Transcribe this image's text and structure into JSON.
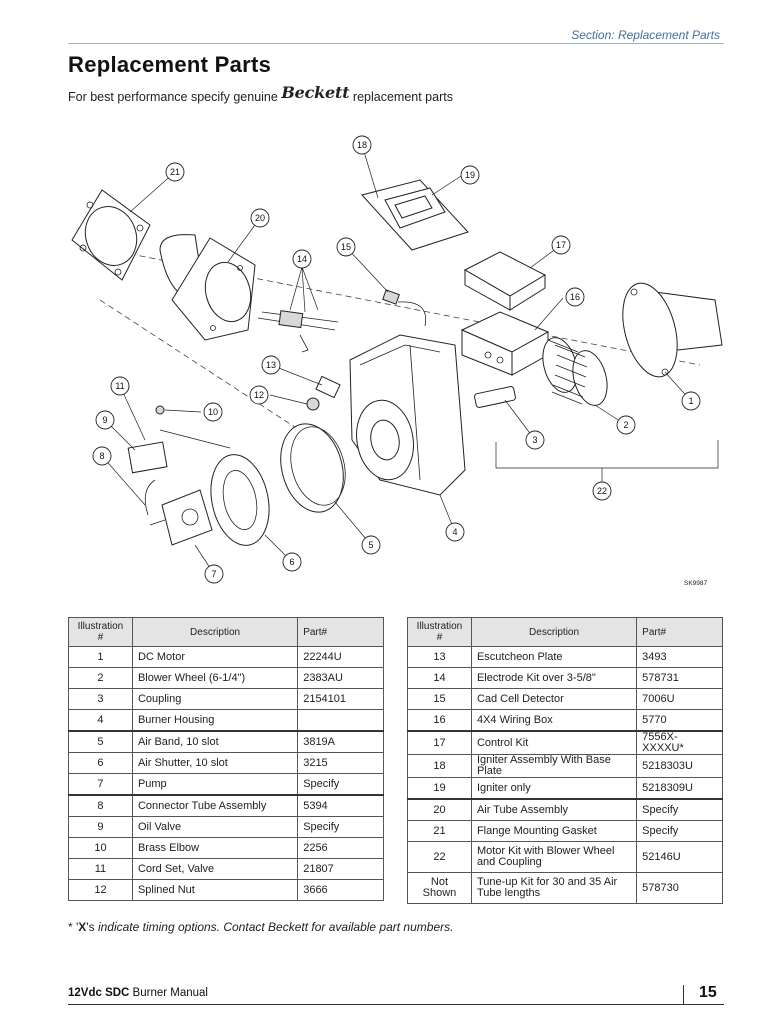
{
  "header": {
    "section_label": "Section: Replacement Parts",
    "title": "Replacement Parts",
    "subtitle_before": "For best performance specify genuine",
    "brand": "Beckett",
    "subtitle_after": "replacement parts"
  },
  "diagram": {
    "sketch_code": "SK9987",
    "callouts": [
      "1",
      "2",
      "3",
      "4",
      "5",
      "6",
      "7",
      "8",
      "9",
      "10",
      "11",
      "12",
      "13",
      "14",
      "15",
      "16",
      "17",
      "18",
      "19",
      "20",
      "21",
      "22"
    ]
  },
  "table": {
    "headers": {
      "illustration": "Illustration #",
      "description": "Description",
      "part": "Part#"
    },
    "left_rows": [
      {
        "num": "1",
        "desc": "DC Motor",
        "part": "22244U"
      },
      {
        "num": "2",
        "desc": "Blower Wheel     (6-1/4\")",
        "part": "2383AU"
      },
      {
        "num": "3",
        "desc": "Coupling",
        "part": "2154101"
      },
      {
        "num": "4",
        "desc": "Burner Housing",
        "part": ""
      },
      {
        "num": "5",
        "desc": "Air Band, 10 slot",
        "part": "3819A"
      },
      {
        "num": "6",
        "desc": "Air Shutter, 10 slot",
        "part": "3215"
      },
      {
        "num": "7",
        "desc": "Pump",
        "part": "Specify"
      },
      {
        "num": "8",
        "desc": "Connector Tube Assembly",
        "part": "5394"
      },
      {
        "num": "9",
        "desc": "Oil Valve",
        "part": "Specify"
      },
      {
        "num": "10",
        "desc": "Brass Elbow",
        "part": "2256"
      },
      {
        "num": "11",
        "desc": "Cord Set, Valve",
        "part": "21807"
      },
      {
        "num": "12",
        "desc": "Splined Nut",
        "part": "3666"
      }
    ],
    "right_rows": [
      {
        "num": "13",
        "desc": "Escutcheon Plate",
        "part": "3493"
      },
      {
        "num": "14",
        "desc": "Electrode Kit over 3-5/8\"",
        "part": "578731"
      },
      {
        "num": "15",
        "desc": "Cad Cell Detector",
        "part": "7006U"
      },
      {
        "num": "16",
        "desc": "4X4 Wiring Box",
        "part": "5770"
      },
      {
        "num": "17",
        "desc": "Control Kit",
        "part": "7556X-XXXXU*"
      },
      {
        "num": "18",
        "desc": "Igniter Assembly With Base Plate",
        "part": "5218303U"
      },
      {
        "num": "19",
        "desc": "Igniter only",
        "part": "5218309U"
      },
      {
        "num": "20",
        "desc": "Air Tube Assembly",
        "part": "Specify"
      },
      {
        "num": "21",
        "desc": "Flange Mounting Gasket",
        "part": "Specify"
      },
      {
        "num": "22",
        "desc": "Motor Kit with Blower Wheel and Coupling",
        "part": "52146U"
      },
      {
        "num": "Not Shown",
        "desc": "Tune-up Kit for 30 and 35 Air Tube lengths",
        "part": "578730"
      }
    ]
  },
  "footnote": {
    "lead": "* '",
    "x": "X",
    "mid": "'s ",
    "text": "indicate timing options. Contact Beckett for available part numbers."
  },
  "footer": {
    "manual_bold": "12Vdc SDC",
    "manual_rest": " Burner Manual",
    "page_number": "15"
  }
}
